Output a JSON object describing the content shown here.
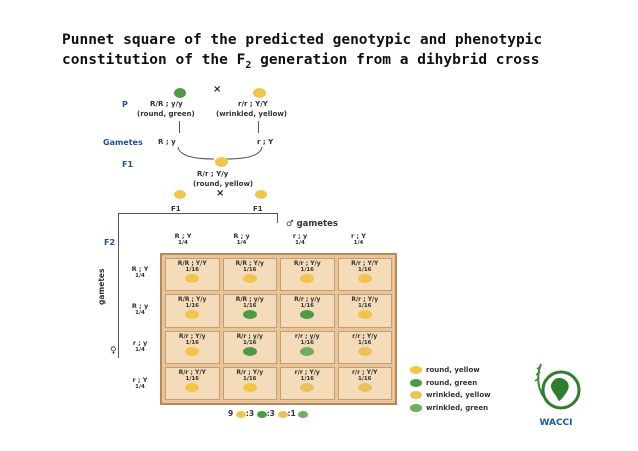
{
  "title_line1": "Punnet square of the predicted genotypic and phenotypic",
  "title_line2_pre": "constitution of the F",
  "title_line2_sub": "2",
  "title_line2_post": " generation from a dihybrid cross",
  "labels": {
    "p": "P",
    "gametes": "Gametes",
    "f1": "F1",
    "f2": "F2",
    "cross": "×",
    "male_gametes": "♂ gametes",
    "female_gametes": "gametes",
    "female_symbol": "♀"
  },
  "parents": {
    "left_genotype": "R/R ; y/y",
    "left_phenotype": "(round, green)",
    "right_genotype": "r/r ; Y/Y",
    "right_phenotype": "(wrinkled, yellow)",
    "left_gamete": "R ; y",
    "right_gamete": "r ; Y"
  },
  "f1": {
    "genotype": "R/r ; Y/y",
    "phenotype": "(round, yellow)",
    "left_label": "F1",
    "right_label": "F1"
  },
  "columns": [
    {
      "gamete": "R ; Y",
      "frac": "1/4"
    },
    {
      "gamete": "R ; y",
      "frac": "1/4"
    },
    {
      "gamete": "r ; y",
      "frac": "1/4"
    },
    {
      "gamete": "r ; Y",
      "frac": "1/4"
    }
  ],
  "rows": [
    {
      "gamete": "R ; Y",
      "frac": "1/4"
    },
    {
      "gamete": "R ; y",
      "frac": "1/4"
    },
    {
      "gamete": "r ; y",
      "frac": "1/4"
    },
    {
      "gamete": "r ; Y",
      "frac": "1/4"
    }
  ],
  "cells": [
    [
      {
        "g": "R/R ; Y/Y",
        "f": "1/16",
        "p": "ry"
      },
      {
        "g": "R/R ; Y/y",
        "f": "1/16",
        "p": "ry"
      },
      {
        "g": "R/r ; Y/y",
        "f": "1/16",
        "p": "ry"
      },
      {
        "g": "R/r ; Y/Y",
        "f": "1/16",
        "p": "ry"
      }
    ],
    [
      {
        "g": "R/R ; Y/y",
        "f": "1/16",
        "p": "ry"
      },
      {
        "g": "R/R ; y/y",
        "f": "1/16",
        "p": "rg"
      },
      {
        "g": "R/r ; y/y",
        "f": "1/16",
        "p": "rg"
      },
      {
        "g": "R/r ; Y/y",
        "f": "1/16",
        "p": "ry"
      }
    ],
    [
      {
        "g": "R/r ; Y/y",
        "f": "1/16",
        "p": "ry"
      },
      {
        "g": "R/r ; y/y",
        "f": "1/16",
        "p": "rg"
      },
      {
        "g": "r/r ; y/y",
        "f": "1/16",
        "p": "wg"
      },
      {
        "g": "r/r ; Y/y",
        "f": "1/16",
        "p": "wy"
      }
    ],
    [
      {
        "g": "R/r ; Y/Y",
        "f": "1/16",
        "p": "ry"
      },
      {
        "g": "R/r ; Y/y",
        "f": "1/16",
        "p": "ry"
      },
      {
        "g": "r/r ; Y/y",
        "f": "1/16",
        "p": "wy"
      },
      {
        "g": "r/r ; Y/Y",
        "f": "1/16",
        "p": "wy"
      }
    ]
  ],
  "legend": [
    {
      "key": "ry",
      "label": "round, yellow"
    },
    {
      "key": "rg",
      "label": "round, green"
    },
    {
      "key": "wy",
      "label": "wrinkled, yellow"
    },
    {
      "key": "wg",
      "label": "wrinkled, green"
    }
  ],
  "ratio": {
    "a": "9",
    "b": ":3",
    "c": ":3",
    "d": ":1"
  },
  "logo_text": "WACCI",
  "colors": {
    "round_yellow": "#f2c44a",
    "round_green": "#4f9a45",
    "wrinkled_yellow": "#e8c35a",
    "wrinkled_green": "#6fae5f",
    "label_blue": "#1f4e96",
    "square_bg": "#e9c497"
  }
}
